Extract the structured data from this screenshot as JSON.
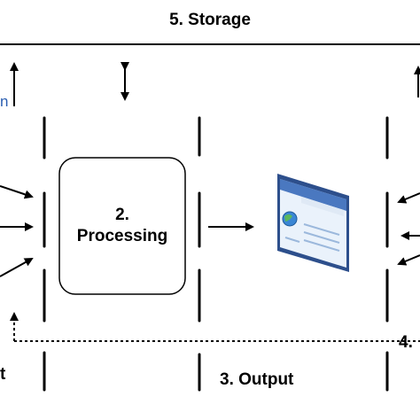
{
  "diagram": {
    "storage": {
      "label": "5. Storage"
    },
    "processing": {
      "number": "2.",
      "name": "Processing"
    },
    "output": {
      "label": "3. Output"
    },
    "left_edge": {
      "partial_text": "t",
      "blue_partial_text": "n"
    },
    "right_edge": {
      "partial_text": "4."
    },
    "icons": {
      "screen": "browser-window-icon"
    },
    "colors": {
      "line": "#000000",
      "blue_text": "#2a5db0",
      "window_frame": "#3a5fa0",
      "window_bg": "#e6f0fa"
    }
  }
}
